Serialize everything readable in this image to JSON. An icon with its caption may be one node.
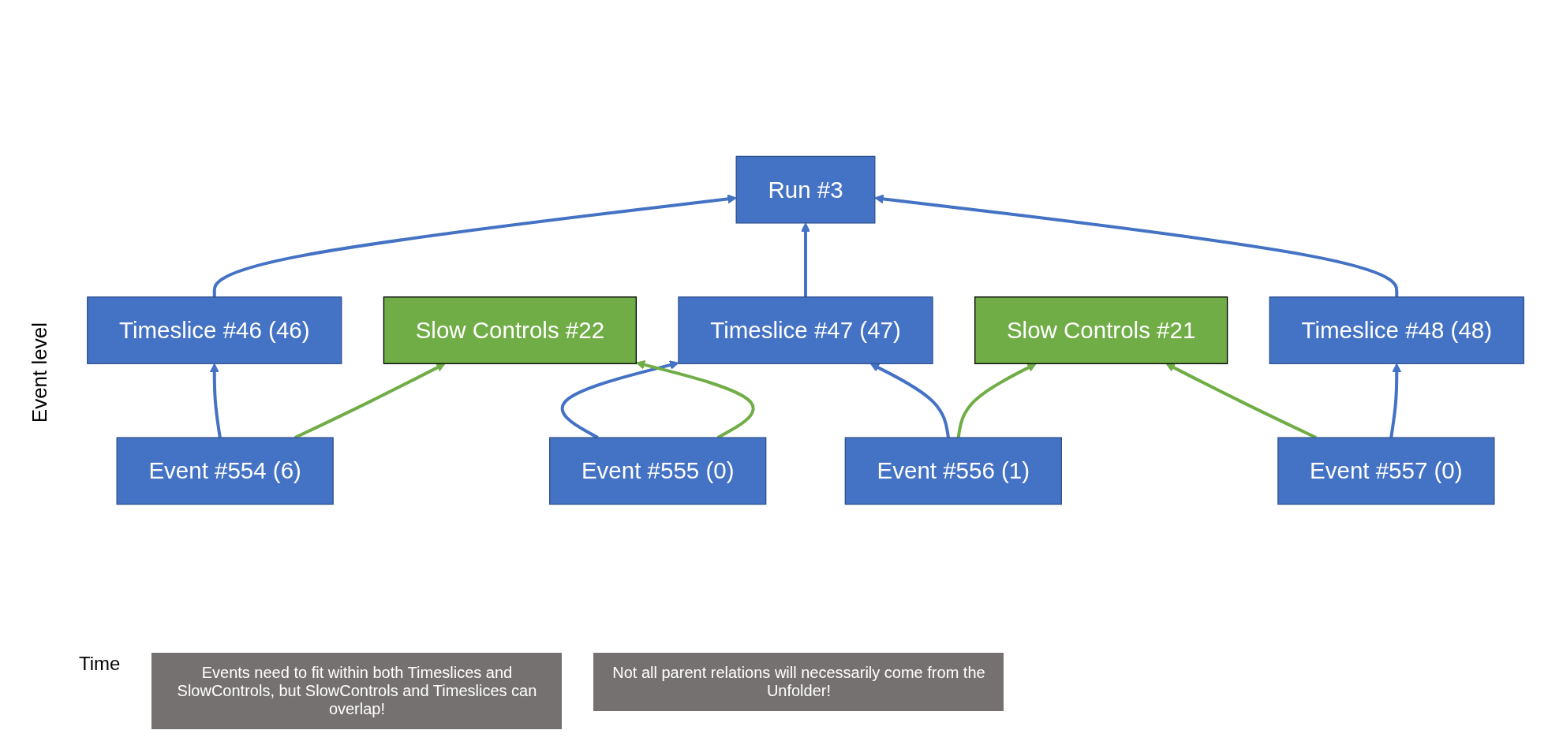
{
  "diagram": {
    "nodes": [
      {
        "text": [
          "Slow Controls #22"
        ]
      },
      {
        "text": [
          "Slow Controls #21"
        ]
      },
      {
        "text": [
          "Run #3"
        ]
      },
      {
        "text": [
          "Timeslice #46 (46)"
        ]
      },
      {
        "text": [
          "Timeslice #47 (47)"
        ]
      },
      {
        "text": [
          "Timeslice #48 (48)"
        ]
      },
      {
        "text": [
          "Event #554 (6)"
        ]
      },
      {
        "text": [
          "Event #555 (0)"
        ]
      },
      {
        "text": [
          "Event #556 (1)"
        ]
      },
      {
        "text": [
          "Event #557 (0)"
        ]
      }
    ],
    "edges": [
      {
        "from": 3,
        "to": 2,
        "arrow": "to"
      },
      {
        "from": 4,
        "to": 2,
        "arrow": "to"
      },
      {
        "from": 5,
        "to": 2,
        "arrow": "to"
      },
      {
        "from": 6,
        "to": 3,
        "arrow": "to"
      },
      {
        "from": 6,
        "to": 0,
        "arrow": "to",
        "color": "#70ad47"
      },
      {
        "from": 7,
        "to": 4,
        "arrow": "to"
      },
      {
        "from": 7,
        "to": 0,
        "arrow": "to",
        "color": "#70ad47"
      },
      {
        "from": 8,
        "to": 4,
        "arrow": "to"
      },
      {
        "from": 8,
        "to": 1,
        "arrow": "to",
        "color": "#70ad47"
      },
      {
        "from": 9,
        "to": 1,
        "arrow": "to",
        "color": "#70ad47"
      },
      {
        "from": 9,
        "to": 5,
        "arrow": "to"
      }
    ],
    "labels": [
      "Event level",
      "Time",
      "Events need to fit within both Timeslices and SlowControls, but SlowControls and Timeslices can overlap!",
      "Not all parent relations will necessarily come from the Unfolder!"
    ]
  }
}
